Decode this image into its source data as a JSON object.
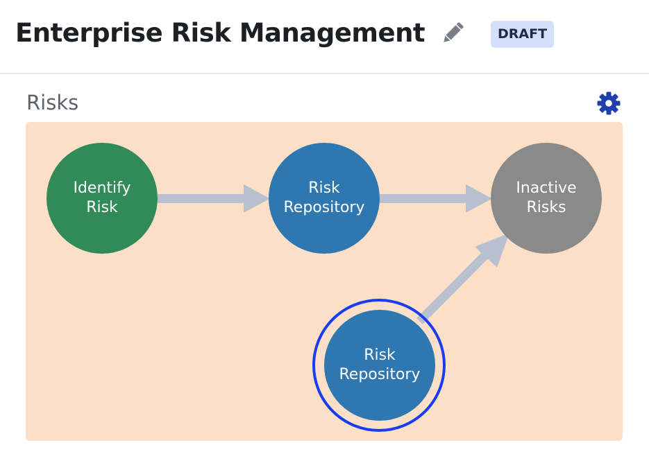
{
  "header": {
    "title": "Enterprise Risk Management",
    "edit_icon": "pencil-icon",
    "status_badge": "DRAFT"
  },
  "section": {
    "title": "Risks",
    "settings_icon": "gear-icon"
  },
  "colors": {
    "canvas_background": "#fbe0c7",
    "node_identify": "#328a59",
    "node_repository": "#2f77b0",
    "node_inactive": "#8a8a8a",
    "connector": "#b9c1d1",
    "selection_ring": "#1a3cf0",
    "settings_icon": "#1f3fae"
  },
  "workflow": {
    "nodes": [
      {
        "id": "identify-risk",
        "line1": "Identify",
        "line2": "Risk",
        "color_role": "green",
        "selected": false
      },
      {
        "id": "risk-repository",
        "line1": "Risk",
        "line2": "Repository",
        "color_role": "blue",
        "selected": false
      },
      {
        "id": "inactive-risks",
        "line1": "Inactive",
        "line2": "Risks",
        "color_role": "gray",
        "selected": false
      },
      {
        "id": "risk-repository-2",
        "line1": "Risk",
        "line2": "Repository",
        "color_role": "blue",
        "selected": true
      }
    ],
    "connections": [
      {
        "from": "identify-risk",
        "to": "risk-repository"
      },
      {
        "from": "risk-repository",
        "to": "inactive-risks"
      },
      {
        "from": "risk-repository-2",
        "to": "inactive-risks"
      }
    ]
  }
}
